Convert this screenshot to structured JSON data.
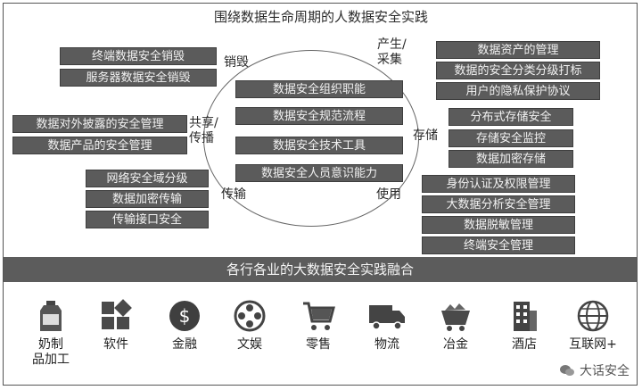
{
  "title": "围绕数据生命周期的人数据安全实践",
  "stages": {
    "destroy": "销毁",
    "produce": "产生/\n采集",
    "share": "共享/\n传播",
    "store": "存储",
    "transfer": "传输",
    "use": "使用"
  },
  "center_items": [
    "数据安全组织职能",
    "数据安全规范流程",
    "数据安全技术工具",
    "数据安全人员意识能力"
  ],
  "destroy_items": [
    "终端数据安全销毁",
    "服务器数据安全销毁"
  ],
  "produce_items": [
    "数据资产的管理",
    "数据的安全分类分级打标",
    "用户的隐私保护协议"
  ],
  "share_items": [
    "数据对外披露的安全管理",
    "数据产品的安全管理"
  ],
  "store_items": [
    "分布式存储安全",
    "存储安全监控",
    "数据加密存储"
  ],
  "transfer_items": [
    "网络安全域分级",
    "数据加密传输",
    "传输接口安全"
  ],
  "use_items": [
    "身份认证及权限管理",
    "大数据分析安全管理",
    "数据脱敏管理",
    "终端安全管理"
  ],
  "band_text": "各行各业的大数据安全实践融合",
  "industries": [
    {
      "name": "奶制\n品加工",
      "icon": "milk-can-icon"
    },
    {
      "name": "软件",
      "icon": "software-blocks-icon"
    },
    {
      "name": "金融",
      "icon": "dollar-coin-icon"
    },
    {
      "name": "文娱",
      "icon": "film-reel-icon"
    },
    {
      "name": "零售",
      "icon": "shopping-cart-icon"
    },
    {
      "name": "物流",
      "icon": "truck-icon"
    },
    {
      "name": "冶金",
      "icon": "ore-cart-icon"
    },
    {
      "name": "酒店",
      "icon": "hotel-building-icon"
    },
    {
      "name": "互联网+",
      "icon": "globe-icon"
    }
  ],
  "watermark": "大话安全",
  "colors": {
    "box_fill": "#5b5b5b",
    "box_text": "#f2f2f2",
    "band_fill": "#5c5c5c"
  }
}
